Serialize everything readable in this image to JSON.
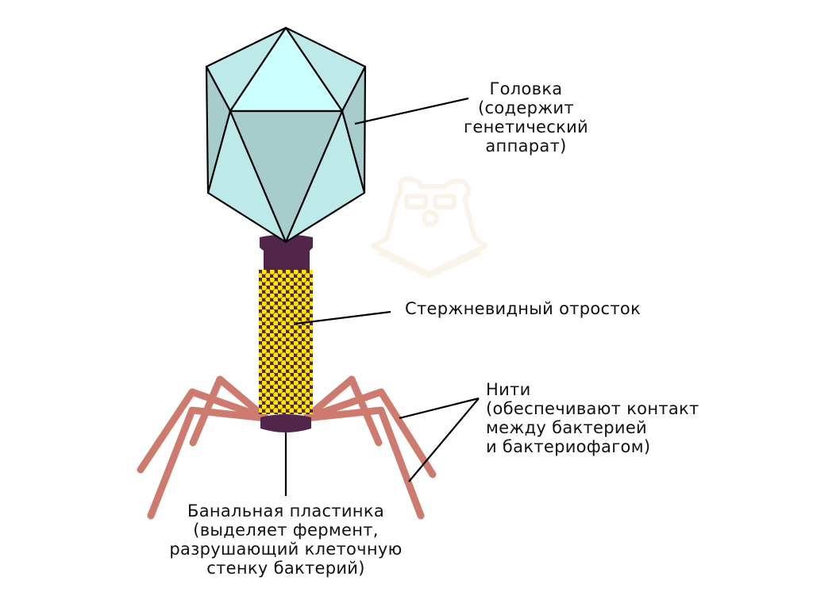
{
  "colors": {
    "head_light": "#ccffff",
    "head_mid": "#bde9e9",
    "head_dark": "#a6cccc",
    "collar": "#52264a",
    "tail_dots": "#ffe600",
    "fibers": "#cd7b6f",
    "lines": "#000000"
  },
  "labels": {
    "head": [
      "Головка",
      "(содержит",
      "генетический",
      "аппарат)"
    ],
    "tail": "Стержневидный отросток",
    "fibers": [
      "Нити",
      "(обеспечивают контакт",
      "между бактерией",
      "и бактериофагом)"
    ],
    "baseplate": [
      "Банальная пластинка",
      "(выделяет фермент,",
      "разрушающий клеточную",
      "стенку бактерий)"
    ]
  },
  "watermark": {
    "icon": "bear-with-glasses-book-logo"
  }
}
